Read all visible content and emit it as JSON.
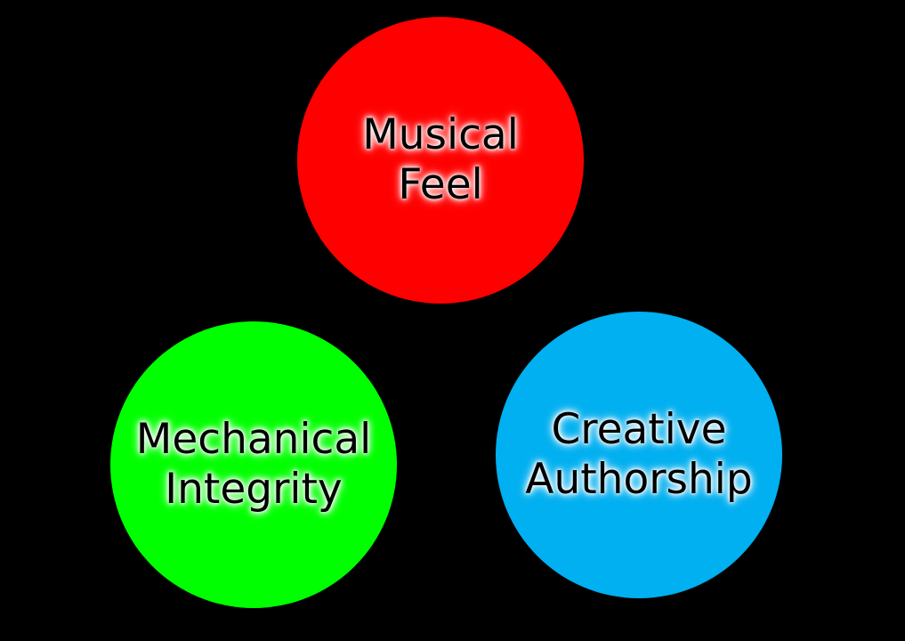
{
  "colors": {
    "background": "#000000",
    "musical_feel": "#ff0000",
    "mechanical_integrity": "#00ff00",
    "creative_authorship": "#00b0f0",
    "label_text": "#000000",
    "label_glow": "#ffffff"
  },
  "nodes": [
    {
      "lines": [
        "Musical",
        "Feel"
      ]
    },
    {
      "lines": [
        "Mechanical",
        "Integrity"
      ]
    },
    {
      "lines": [
        "Creative",
        "Authorship"
      ]
    }
  ]
}
